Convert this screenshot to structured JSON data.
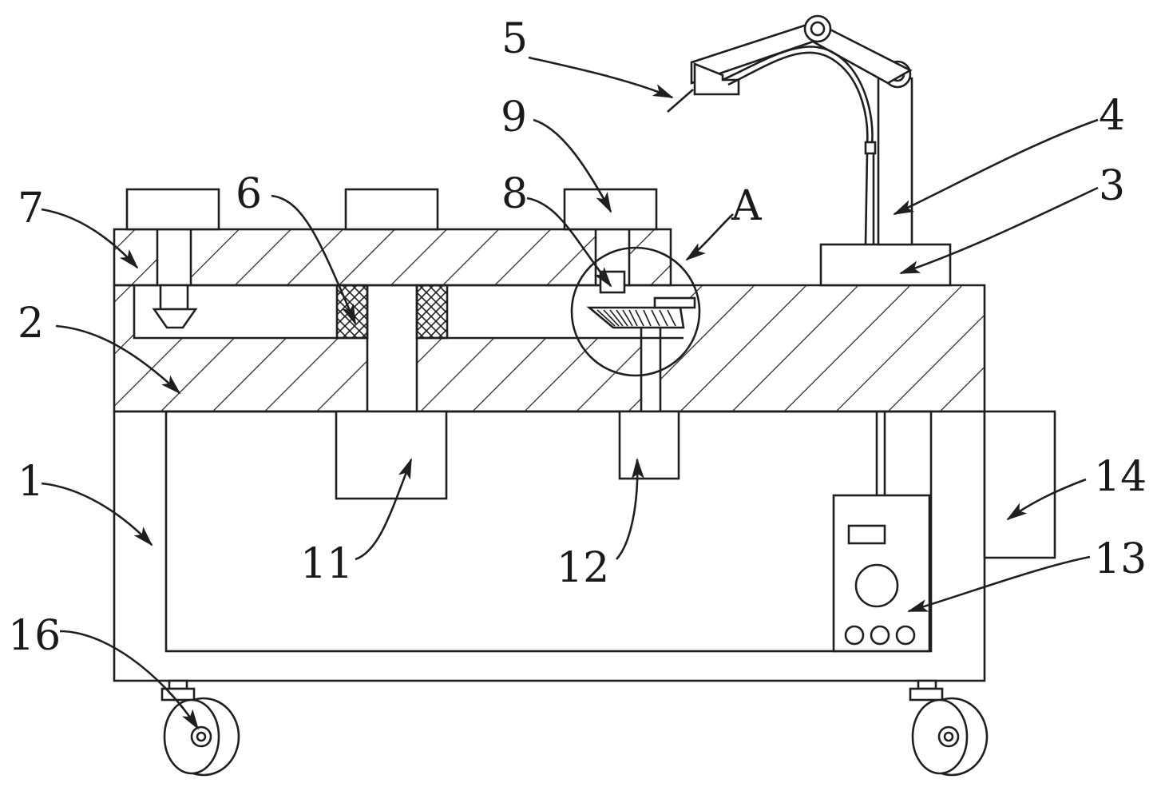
{
  "figure": {
    "line_color": "#1f1f1f",
    "background": "#ffffff",
    "labels": {
      "l1": "1",
      "l2": "2",
      "l3": "3",
      "l4": "4",
      "l5": "5",
      "l6": "6",
      "l7": "7",
      "l8": "8",
      "l9": "9",
      "lA": "A",
      "l11": "11",
      "l12": "12",
      "l13": "13",
      "l14": "14",
      "l16": "16"
    }
  }
}
